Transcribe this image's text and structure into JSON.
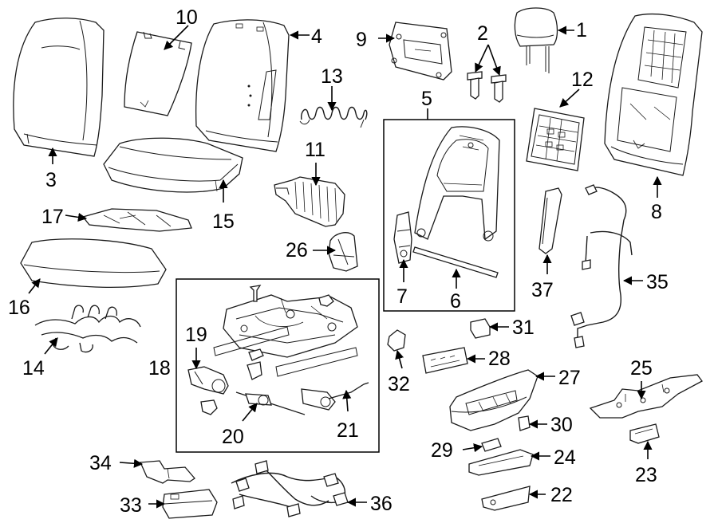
{
  "diagram": {
    "labels": {
      "p1": "1",
      "p2": "2",
      "p3": "3",
      "p4": "4",
      "p5": "5",
      "p6": "6",
      "p7": "7",
      "p8": "8",
      "p9": "9",
      "p10": "10",
      "p11": "11",
      "p12": "12",
      "p13": "13",
      "p14": "14",
      "p15": "15",
      "p16": "16",
      "p17": "17",
      "p18": "18",
      "p19": "19",
      "p20": "20",
      "p21": "21",
      "p22": "22",
      "p23": "23",
      "p24": "24",
      "p25": "25",
      "p26": "26",
      "p27": "27",
      "p28": "28",
      "p29": "29",
      "p30": "30",
      "p31": "31",
      "p32": "32",
      "p33": "33",
      "p34": "34",
      "p35": "35",
      "p36": "36",
      "p37": "37"
    }
  }
}
